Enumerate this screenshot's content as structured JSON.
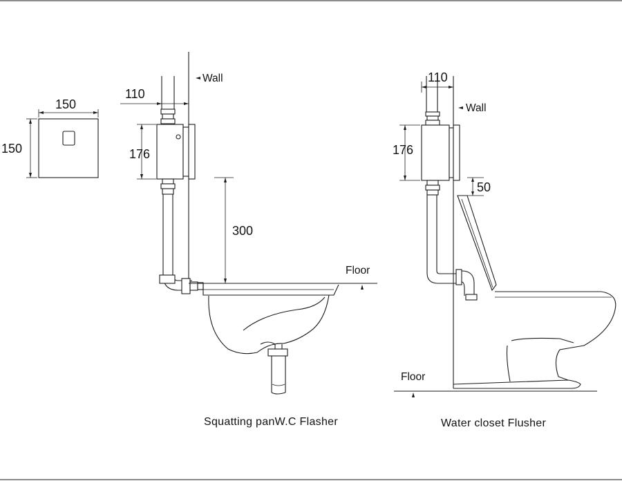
{
  "panel": {
    "width_label": "150",
    "height_label": "150"
  },
  "left": {
    "wall_label": "Wall",
    "width_dim": "110",
    "height_dim": "176",
    "drop_dim": "300",
    "floor_label": "Floor",
    "caption": "Squatting panW.C Flasher"
  },
  "right": {
    "wall_label": "Wall",
    "width_dim": "110",
    "height_dim": "176",
    "gap_dim": "50",
    "floor_label": "Floor",
    "caption": "Water closet Flusher"
  }
}
